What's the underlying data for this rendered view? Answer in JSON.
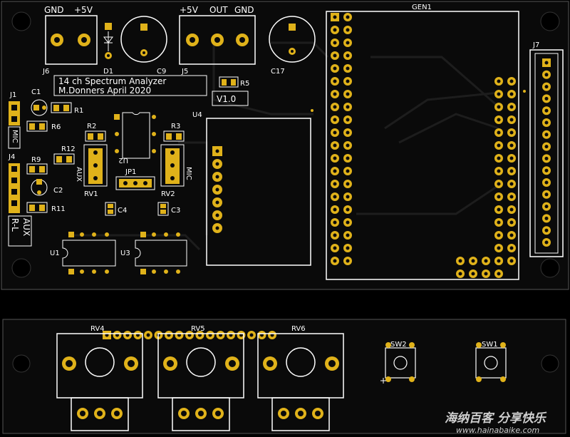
{
  "main_board": {
    "title_line1": "14 ch Spectrum Analyzer",
    "title_line2": "M.Donners April 2020",
    "version": "V1.0",
    "power_in": {
      "gnd": "GND",
      "plus5v": "+5V"
    },
    "power_out": {
      "plus5v": "+5V",
      "out": "OUT",
      "gnd": "GND"
    },
    "labels": {
      "J6": "J6",
      "D1": "D1",
      "C9": "C9",
      "J5": "J5",
      "C17": "C17",
      "GEN1": "GEN1",
      "J7": "J7",
      "R5": "R5",
      "J1": "J1",
      "C1": "C1",
      "R1": "R1",
      "R6": "R6",
      "R2": "R2",
      "R3": "R3",
      "U2": "U2",
      "U4": "U4",
      "J4": "J4",
      "R9": "R9",
      "R12": "R12",
      "JP1": "JP1",
      "C2": "C2",
      "RV1": "RV1",
      "RV2": "RV2",
      "R11": "R11",
      "C4": "C4",
      "C3": "C3",
      "U1": "U1",
      "U3": "U3",
      "mic": "MIC",
      "aux": "AUX",
      "rl": "R-L",
      "aux_left": "AUX"
    }
  },
  "front_board": {
    "labels": {
      "RV4": "RV4",
      "RV5": "RV5",
      "RV6": "RV6",
      "SW2": "SW2",
      "SW1": "SW1"
    }
  },
  "watermark": {
    "chinese": "海纳百客 分享快乐",
    "url": "www.hainabaike.com"
  },
  "colors": {
    "board": "#0a0a0a",
    "copper": "#e0b21a",
    "silkscreen": "#ffffff",
    "trace": "#1c1c1c"
  }
}
